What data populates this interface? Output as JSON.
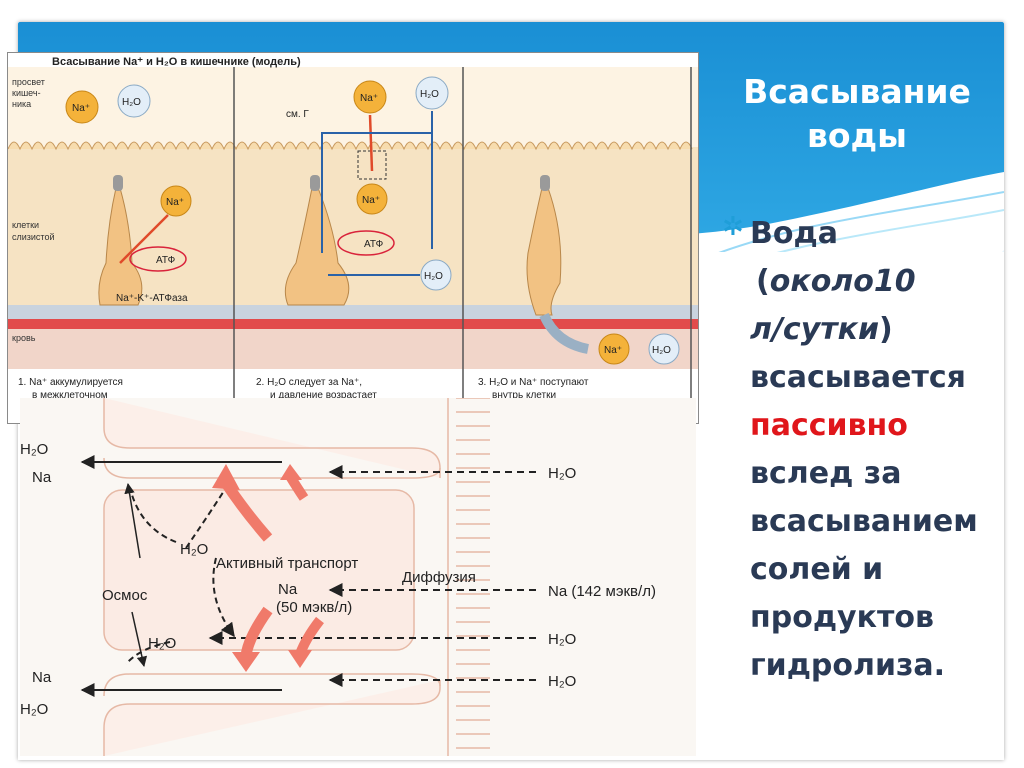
{
  "slide": {
    "title_line1": "Всасывание",
    "title_line2": "воды",
    "accent_color": "#1f9ed8",
    "highlight_color": "#e0161b"
  },
  "body": {
    "line1": "Вода",
    "line2a": "(",
    "line2b": "около10",
    "line3a": "л/сутки",
    "line3b": ")",
    "line4": "всасывается",
    "line5": "пассивно",
    "line6": "вслед за",
    "line7": "всасыванием",
    "line8": "солей и",
    "line9": "продуктов",
    "line10": "гидролиза."
  },
  "figure_top": {
    "title": "Всасывание Na⁺ и H₂O в кишечнике (модель)",
    "lumen_label": [
      "просвет",
      "кишеч-",
      "ника"
    ],
    "cells_label": [
      "клетки",
      "слизистой"
    ],
    "blood_label": "кровь",
    "na_label": "Na⁺",
    "h2o_label": "H₂O",
    "atp_label": "АТФ",
    "pump_label": "Na⁺-K⁺-АТФаза",
    "see_label": "см. Г",
    "caption1": [
      "1. Na⁺ аккумулируется",
      "в межклеточном"
    ],
    "caption2": [
      "2. H₂O следует за Na⁺,",
      "и давление возрастает"
    ],
    "caption3": [
      "3. H₂O и Na⁺ поступают",
      "внутрь клетки"
    ]
  },
  "figure_bottom": {
    "left_h2o_top": "H₂O",
    "left_na_top": "Na",
    "left_na_bottom": "Na",
    "left_h2o_bottom": "H₂O",
    "h2o_mid1": "H₂O",
    "h2o_mid2": "H₂O",
    "osmosis": "Осмос",
    "active_transport": "Активный транспорт",
    "na_conc_inner_1": "Na",
    "na_conc_inner_2": "(50 мэкв/л)",
    "diffusion": "Диффузия",
    "right_h2o_1": "H₂O",
    "right_na": "Na (142 мэкв/л)",
    "right_h2o_2": "H₂O",
    "right_h2o_3": "H₂O"
  }
}
